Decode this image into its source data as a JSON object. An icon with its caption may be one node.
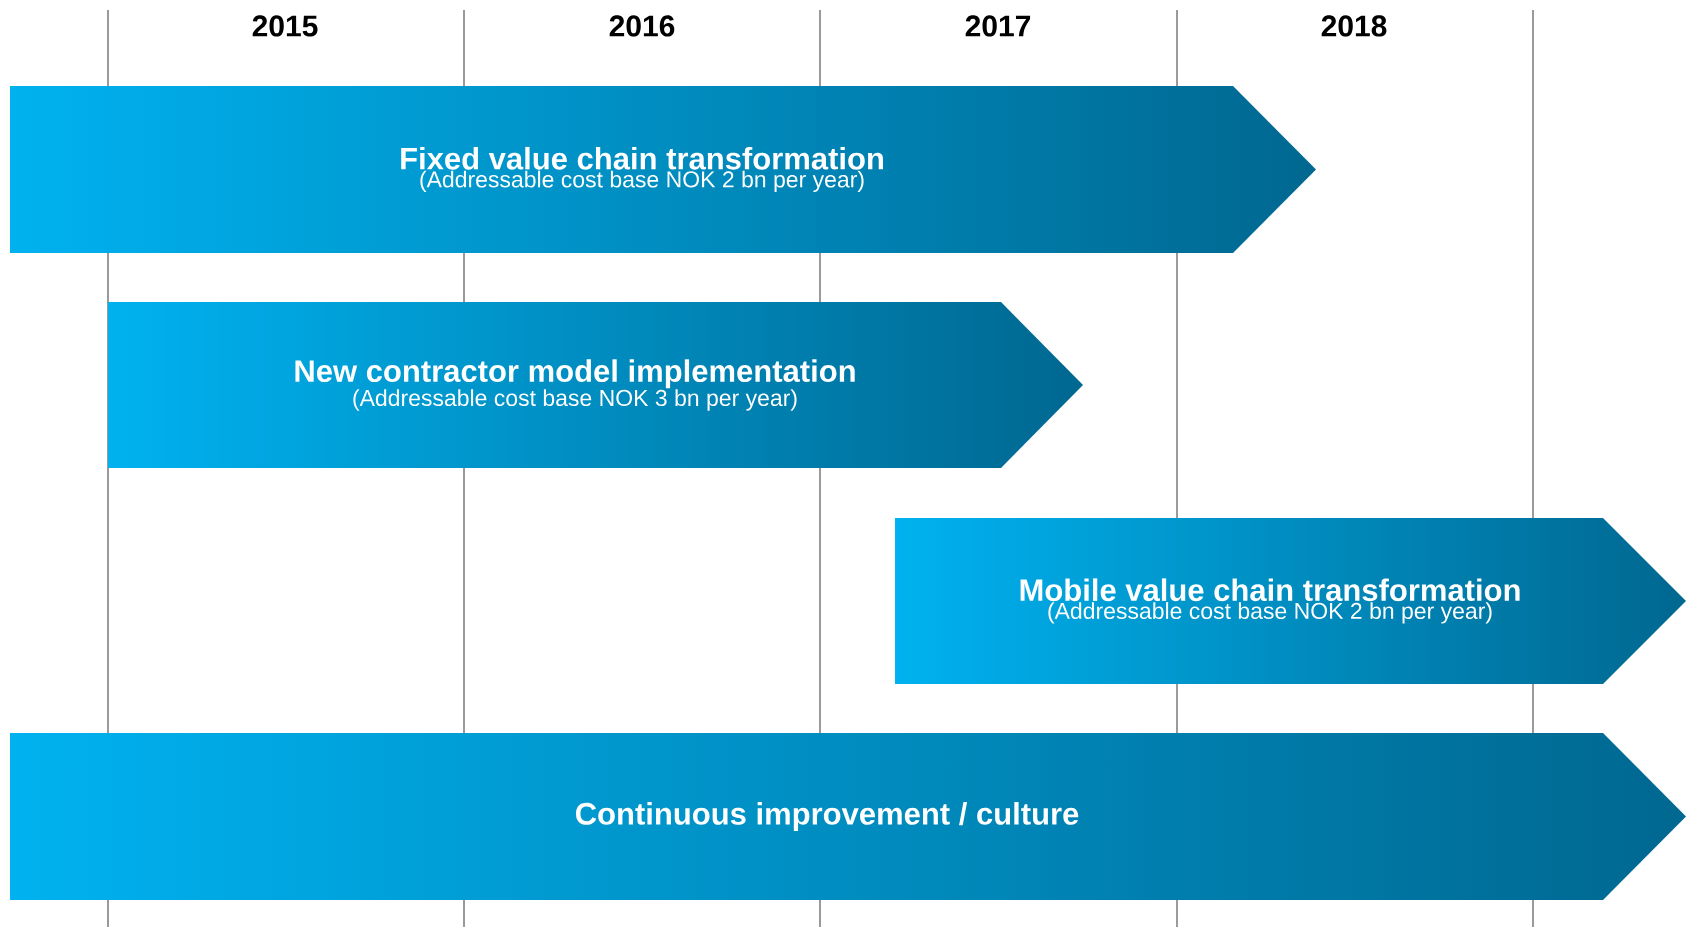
{
  "diagram": {
    "nodes": [
      {
        "text": [
          "Fixed value chain transformation",
          "(Addressable cost base NOK 2 bn per year)"
        ]
      },
      {
        "text": [
          "New contractor model implementation",
          "(Addressable cost base NOK 3 bn per year)"
        ]
      },
      {
        "text": [
          "Mobile value chain transformation",
          "(Addressable cost base NOK 2 bn per year)"
        ]
      },
      {
        "text": [
          "Continuous improvement / culture"
        ]
      }
    ],
    "labels": [
      "2015",
      "2016",
      "2017",
      "2018"
    ]
  }
}
